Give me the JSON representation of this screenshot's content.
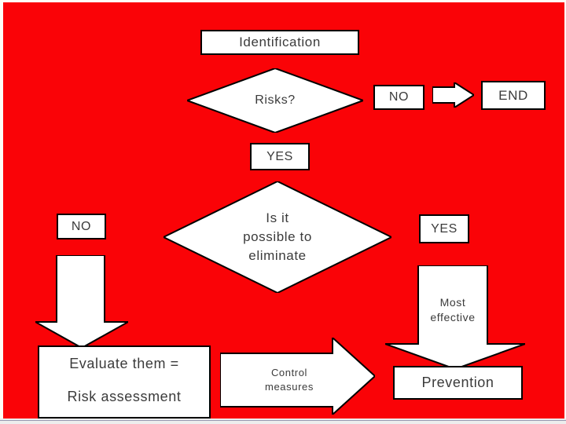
{
  "slide": {
    "background": "#fa0307",
    "shape_fill": "#ffffff",
    "shape_border": "#000000",
    "text_color": "#3b3b3b"
  },
  "flowchart": {
    "identification": "Identification",
    "risks_question": "Risks?",
    "no_top": "NO",
    "end": "END",
    "yes_top": "YES",
    "eliminate": {
      "line1": "Is it",
      "line2": "possible to",
      "line3": "eliminate"
    },
    "no_left": "NO",
    "yes_right": "YES",
    "most_effective": {
      "line1": "Most",
      "line2": "effective"
    },
    "evaluate": {
      "line1": "Evaluate them =",
      "line2": "Risk assessment"
    },
    "control": {
      "line1": "Control",
      "line2": "measures"
    },
    "prevention": "Prevention"
  }
}
